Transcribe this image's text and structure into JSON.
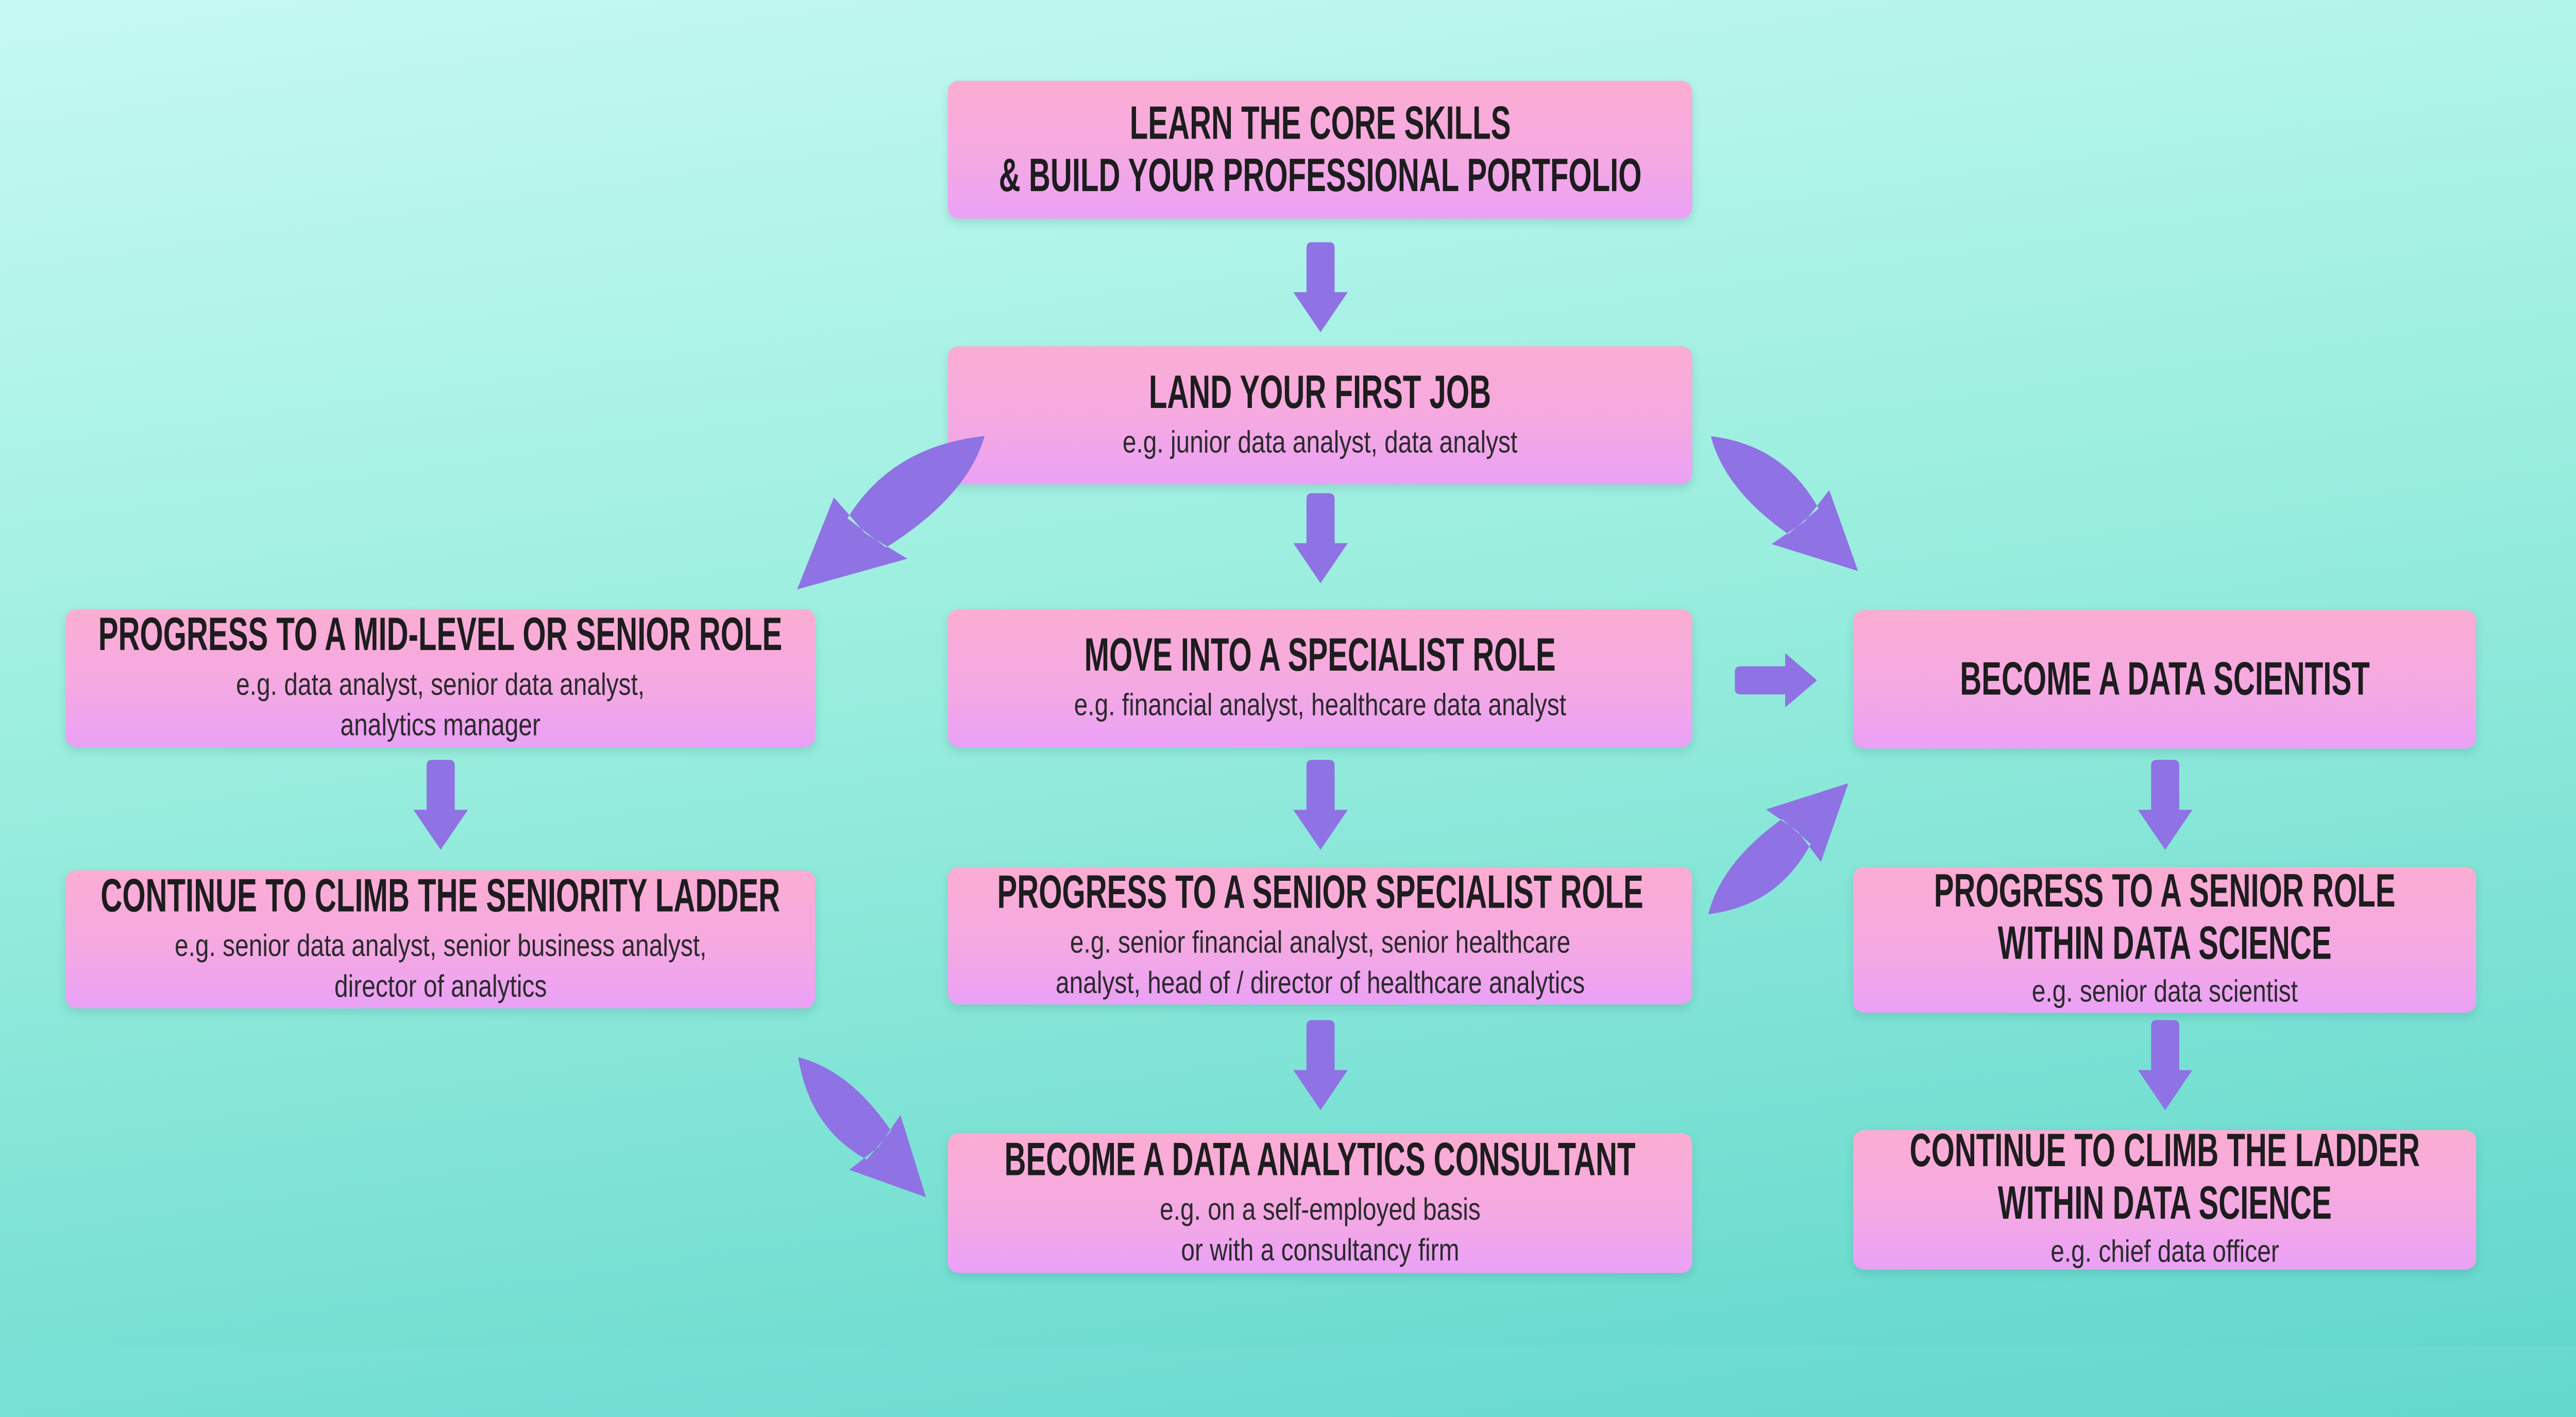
{
  "colors": {
    "background_top": "#c6f9f4",
    "background_bottom": "#64d8cd",
    "box_gradient_top": "#fbadd2",
    "box_gradient_mid": "#f5a9e2",
    "box_gradient_bottom": "#eaa1f6",
    "arrow": "#8f72e3",
    "title": "#1d1c1e",
    "subtitle": "#2a2a2c"
  },
  "nodes": {
    "learn": {
      "title": "LEARN THE CORE SKILLS\n& BUILD YOUR PROFESSIONAL PORTFOLIO",
      "subtitle": ""
    },
    "land": {
      "title": "LAND YOUR FIRST JOB",
      "subtitle": "e.g. junior data analyst, data analyst"
    },
    "midlevel": {
      "title": "PROGRESS TO A MID-LEVEL OR SENIOR ROLE",
      "subtitle": "e.g. data analyst, senior data analyst,\nanalytics manager"
    },
    "specialist": {
      "title": "MOVE INTO A SPECIALIST ROLE",
      "subtitle": "e.g. financial analyst, healthcare data analyst"
    },
    "scientist": {
      "title": "BECOME A DATA SCIENTIST",
      "subtitle": ""
    },
    "ladder": {
      "title": "CONTINUE TO CLIMB THE SENIORITY LADDER",
      "subtitle": "e.g. senior data analyst, senior business analyst,\ndirector of analytics"
    },
    "senior_specialist": {
      "title": "PROGRESS TO A SENIOR SPECIALIST ROLE",
      "subtitle": "e.g. senior financial analyst, senior healthcare\nanalyst, head of / director of healthcare analytics"
    },
    "senior_ds": {
      "title": "PROGRESS TO A SENIOR ROLE\nWITHIN DATA SCIENCE",
      "subtitle": "e.g. senior data scientist"
    },
    "consultant": {
      "title": "BECOME A DATA ANALYTICS CONSULTANT",
      "subtitle": "e.g. on a self-employed basis\nor with a consultancy firm"
    },
    "climb_ds": {
      "title": "CONTINUE TO CLIMB THE LADDER\nWITHIN DATA SCIENCE",
      "subtitle": "e.g. chief data officer"
    }
  },
  "connections": [
    {
      "from": "learn",
      "to": "land",
      "type": "straight-down"
    },
    {
      "from": "land",
      "to": "midlevel",
      "type": "curved-down-left"
    },
    {
      "from": "land",
      "to": "specialist",
      "type": "straight-down"
    },
    {
      "from": "land",
      "to": "scientist",
      "type": "curved-down-right"
    },
    {
      "from": "midlevel",
      "to": "ladder",
      "type": "straight-down"
    },
    {
      "from": "specialist",
      "to": "senior_specialist",
      "type": "straight-down"
    },
    {
      "from": "specialist",
      "to": "scientist",
      "type": "straight-right"
    },
    {
      "from": "scientist",
      "to": "senior_ds",
      "type": "straight-down"
    },
    {
      "from": "ladder",
      "to": "consultant",
      "type": "curved-down-right"
    },
    {
      "from": "senior_specialist",
      "to": "scientist",
      "type": "curved-up-right"
    },
    {
      "from": "senior_specialist",
      "to": "consultant",
      "type": "straight-down"
    },
    {
      "from": "senior_ds",
      "to": "climb_ds",
      "type": "straight-down"
    }
  ]
}
